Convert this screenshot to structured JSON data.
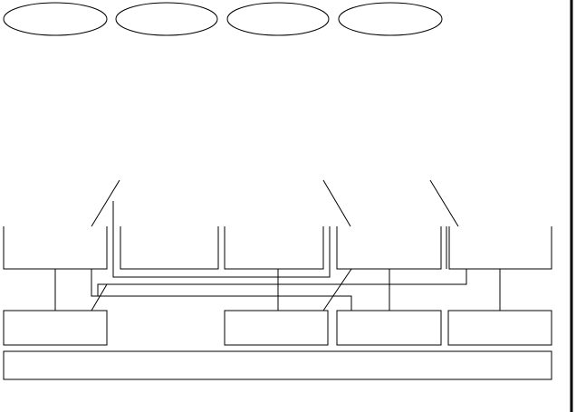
{
  "diagram": {
    "ellipse_count": 4,
    "upper_box_count": 5,
    "lower_box_count": 4,
    "stroke_color": "#000000",
    "background_color": "#ffffff",
    "labels": []
  }
}
